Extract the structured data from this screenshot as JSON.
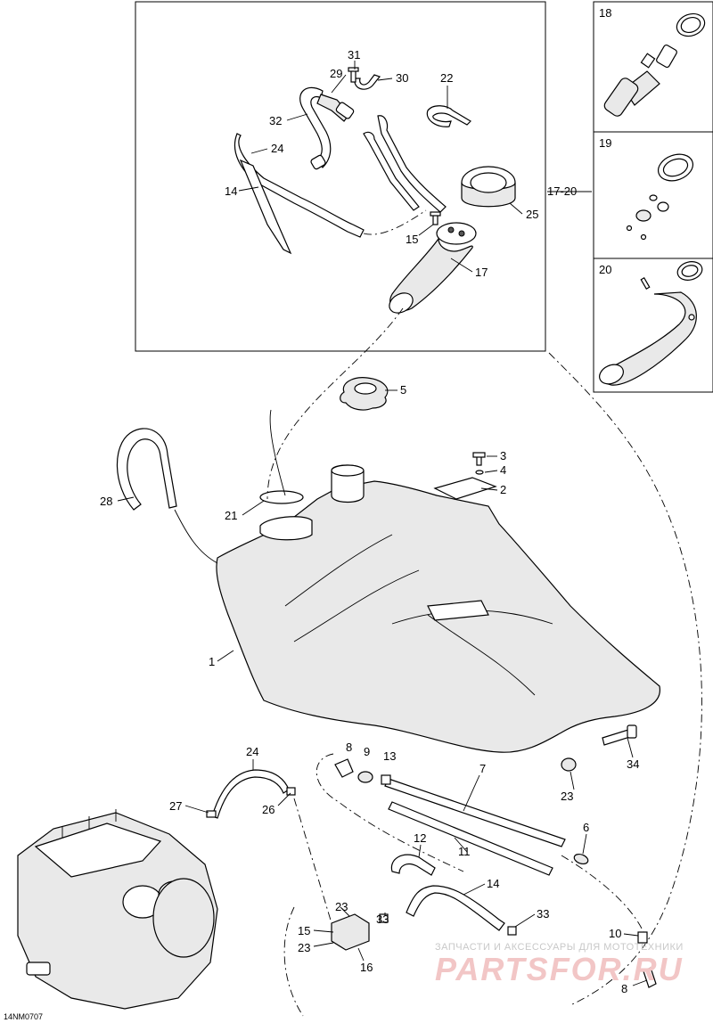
{
  "diagram": {
    "code": "14NM0707",
    "kit_label": "17-20",
    "callouts": {
      "p1": "1",
      "p2": "2",
      "p3": "3",
      "p4": "4",
      "p5": "5",
      "p6": "6",
      "p7": "7",
      "p8a": "8",
      "p8b": "8",
      "p9": "9",
      "p10": "10",
      "p11": "11",
      "p12": "12",
      "p13": "13",
      "p14a": "14",
      "p14b": "14",
      "p15a": "15",
      "p15b": "15",
      "p16": "16",
      "p17": "17",
      "p18": "18",
      "p19": "19",
      "p20": "20",
      "p21": "21",
      "p22": "22",
      "p23a": "23",
      "p23b": "23",
      "p23c": "23",
      "p24a": "24",
      "p24b": "24",
      "p25": "25",
      "p26": "26",
      "p27": "27",
      "p28": "28",
      "p29": "29",
      "p30": "30",
      "p31": "31",
      "p32": "32",
      "p33a": "33",
      "p33b": "33",
      "p34": "34"
    }
  },
  "watermark": {
    "line1": "ЗАПЧАСТИ И АКСЕССУАРЫ ДЛЯ МОТОТЕХНИКИ",
    "line2": "PARTSFOR.RU",
    "color": "#e8a0a0"
  }
}
